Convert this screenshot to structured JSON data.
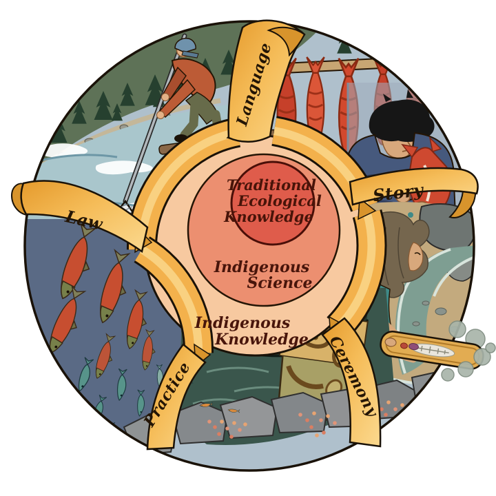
{
  "diagram": {
    "center_circle": {
      "lines": [
        "Traditional",
        "Ecological",
        "Knowledge"
      ]
    },
    "science_ring": {
      "lines": [
        "Indigenous",
        "Science"
      ]
    },
    "knowledge_ring": {
      "lines": [
        "Indigenous",
        "Knowledge"
      ]
    },
    "ribbon_labels": {
      "top": "Language",
      "right": "Story",
      "bottom_right": "Ceremony",
      "bottom_left": "Practice",
      "left": "Law"
    },
    "colors": {
      "center_circle_fill": "#DF5C4B",
      "science_ring_fill": "#EC8F70",
      "knowledge_ring_fill": "#F7C9A0",
      "ribbon_gold": "#F3B14C",
      "ribbon_gold_dark": "#D8942C",
      "outline": "#1A1208"
    }
  }
}
